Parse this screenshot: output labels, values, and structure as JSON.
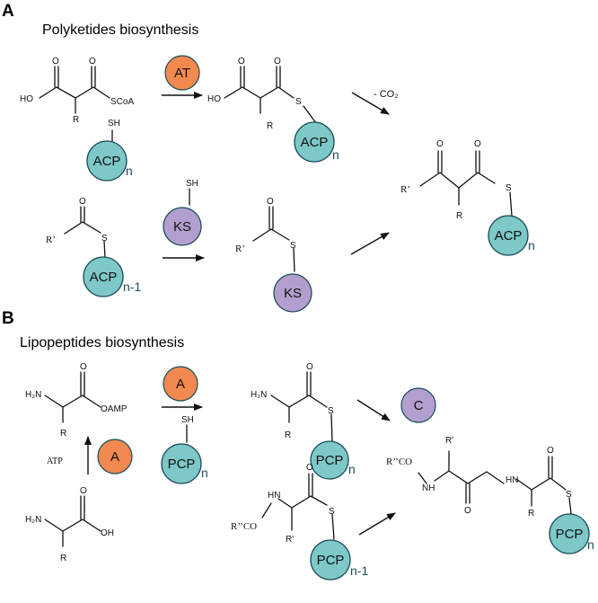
{
  "panels": {
    "a_letter": "A",
    "a_title": "Polyketides biosynthesis",
    "b_letter": "B",
    "b_title": "Lipopeptides biosynthesis"
  },
  "atoms": {
    "O": "O",
    "HO": "HO",
    "OH": "OH",
    "S": "S",
    "SH": "SH",
    "SCoA": "SCoA",
    "R": "R",
    "R_prime": "R'",
    "R_prime_serif": "R’",
    "R_dprime_CO": "R’’CO",
    "H2N": "H₂N",
    "HN": "HN",
    "NH": "NH",
    "OAMP": "OAMP",
    "ATP": "ATP",
    "minus_CO2": "- CO₂"
  },
  "enzymes": {
    "AT": "AT",
    "KS": "KS",
    "A": "A",
    "C": "C",
    "ACP": "ACP",
    "PCP": "PCP"
  },
  "subscripts": {
    "n": "n",
    "n_minus_1": "n-1"
  },
  "colors": {
    "carrier_teal": "#7ec8c8",
    "ks_purple": "#b39fcf",
    "at_orange": "#f2894f",
    "outline": "#1b4d5a",
    "ink": "#111111"
  }
}
